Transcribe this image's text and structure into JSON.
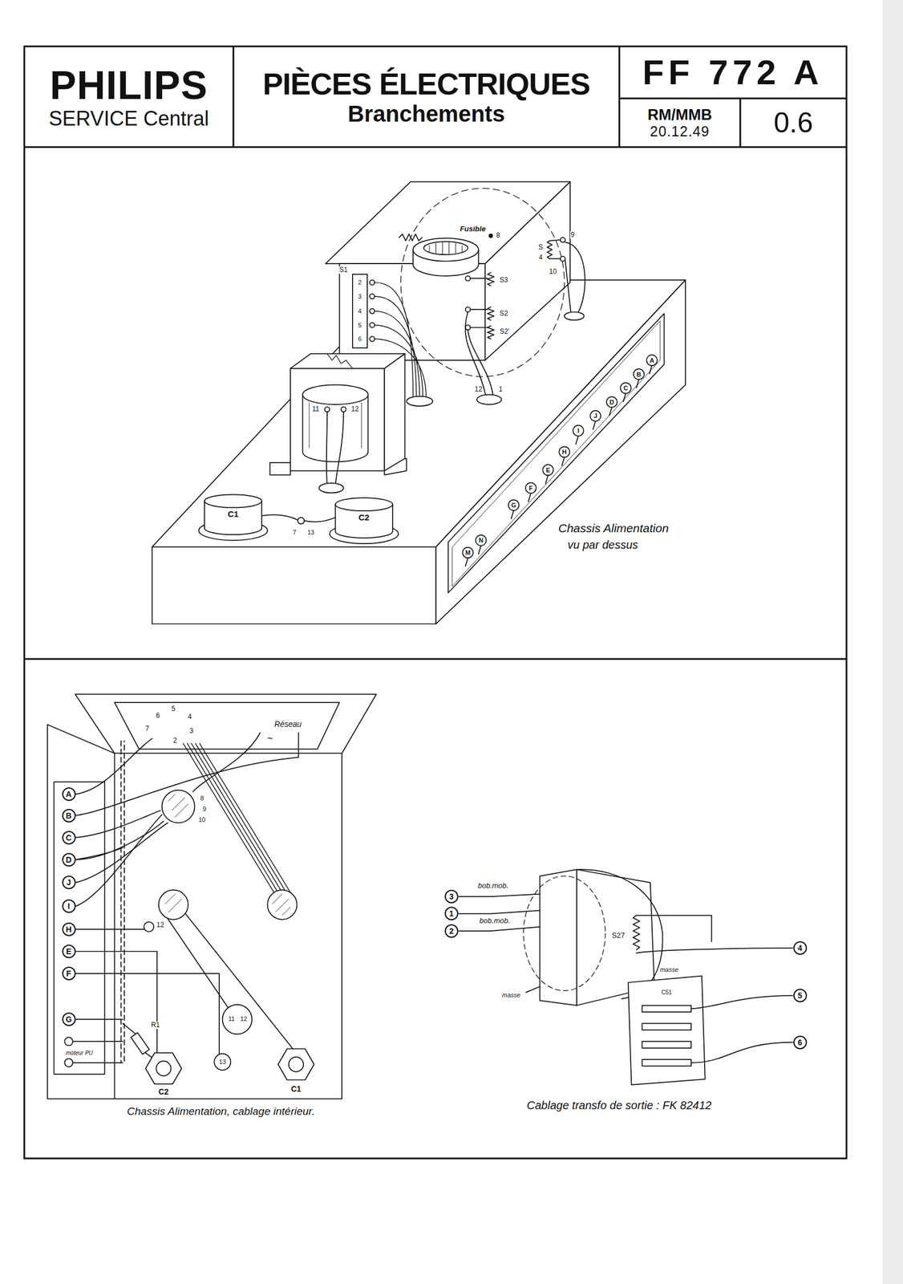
{
  "diagram": {
    "nodes": [
      {
        "text": [
          "PHILIPS",
          "SERVICE Central"
        ]
      },
      {
        "text": [
          "PIÈCES ÉLECTRIQUES",
          "Branchements"
        ]
      },
      {
        "text": [
          "FF 772 A"
        ]
      },
      {
        "text": [
          "RM/MMB",
          "20.12.49"
        ]
      },
      {
        "text": [
          "0.6"
        ]
      },
      {
        "text": [
          "A"
        ]
      },
      {
        "text": [
          "B"
        ]
      },
      {
        "text": [
          "C"
        ]
      },
      {
        "text": [
          "D"
        ]
      },
      {
        "text": [
          "J"
        ]
      },
      {
        "text": [
          "I"
        ]
      },
      {
        "text": [
          "H"
        ]
      },
      {
        "text": [
          "E"
        ]
      },
      {
        "text": [
          "F"
        ]
      },
      {
        "text": [
          "G"
        ]
      },
      {
        "text": [
          "3"
        ]
      },
      {
        "text": [
          "1"
        ]
      },
      {
        "text": [
          "2"
        ]
      },
      {
        "text": [
          "4"
        ]
      },
      {
        "text": [
          "5"
        ]
      },
      {
        "text": [
          "6"
        ]
      }
    ],
    "labels": [
      "Fusible",
      "8",
      "S1",
      "2",
      "3",
      "4",
      "5",
      "6",
      "S3",
      "S2",
      "S2'",
      "S",
      "4",
      "9",
      "10",
      "12",
      "1",
      "11",
      "12",
      "C1",
      "C2",
      "7",
      "13",
      "A",
      "B",
      "C",
      "D",
      "J",
      "I",
      "H",
      "E",
      "F",
      "G",
      "N",
      "M",
      "Chassis Alimentation",
      "vu par dessus",
      "6",
      "5",
      "4",
      "7",
      "3",
      "2",
      "Réseau",
      "~",
      "8",
      "9",
      "10",
      "12",
      "11",
      "12",
      "13",
      "R1",
      "moteur PU",
      "C2",
      "C1",
      "Chassis Alimentation, cablage intérieur.",
      "bob.mob.",
      "bob.mob.",
      "S27",
      "masse",
      "masse",
      "C51",
      "Cablage transfo de sortie : FK 82412"
    ]
  }
}
